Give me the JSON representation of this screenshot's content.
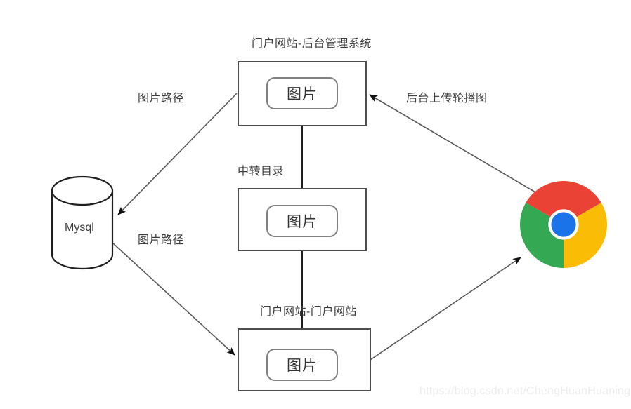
{
  "diagram": {
    "title_admin": "门户网站-后台管理系统",
    "title_transit": "中转目录",
    "title_portal": "门户网站-门户网站",
    "chip_label": "图片",
    "database_label": "Mysql",
    "edge_label_path_top": "图片路径",
    "edge_label_path_bottom": "图片路径",
    "edge_label_upload": "后台上传轮播图",
    "watermark": "https://blog.csdn.net/ChengHuanHuaning",
    "browser_icon_name": "chrome-logo"
  },
  "colors": {
    "box_stroke": "#4d4d4d",
    "chip_stroke": "#808080",
    "arrow_stroke": "#5a5a5a",
    "text": "#3d3d3d",
    "chrome_red": "#ea4335",
    "chrome_green": "#34a853",
    "chrome_yellow": "#fbbc05",
    "chrome_blue": "#1a73e8",
    "watermark": "#ededed"
  }
}
